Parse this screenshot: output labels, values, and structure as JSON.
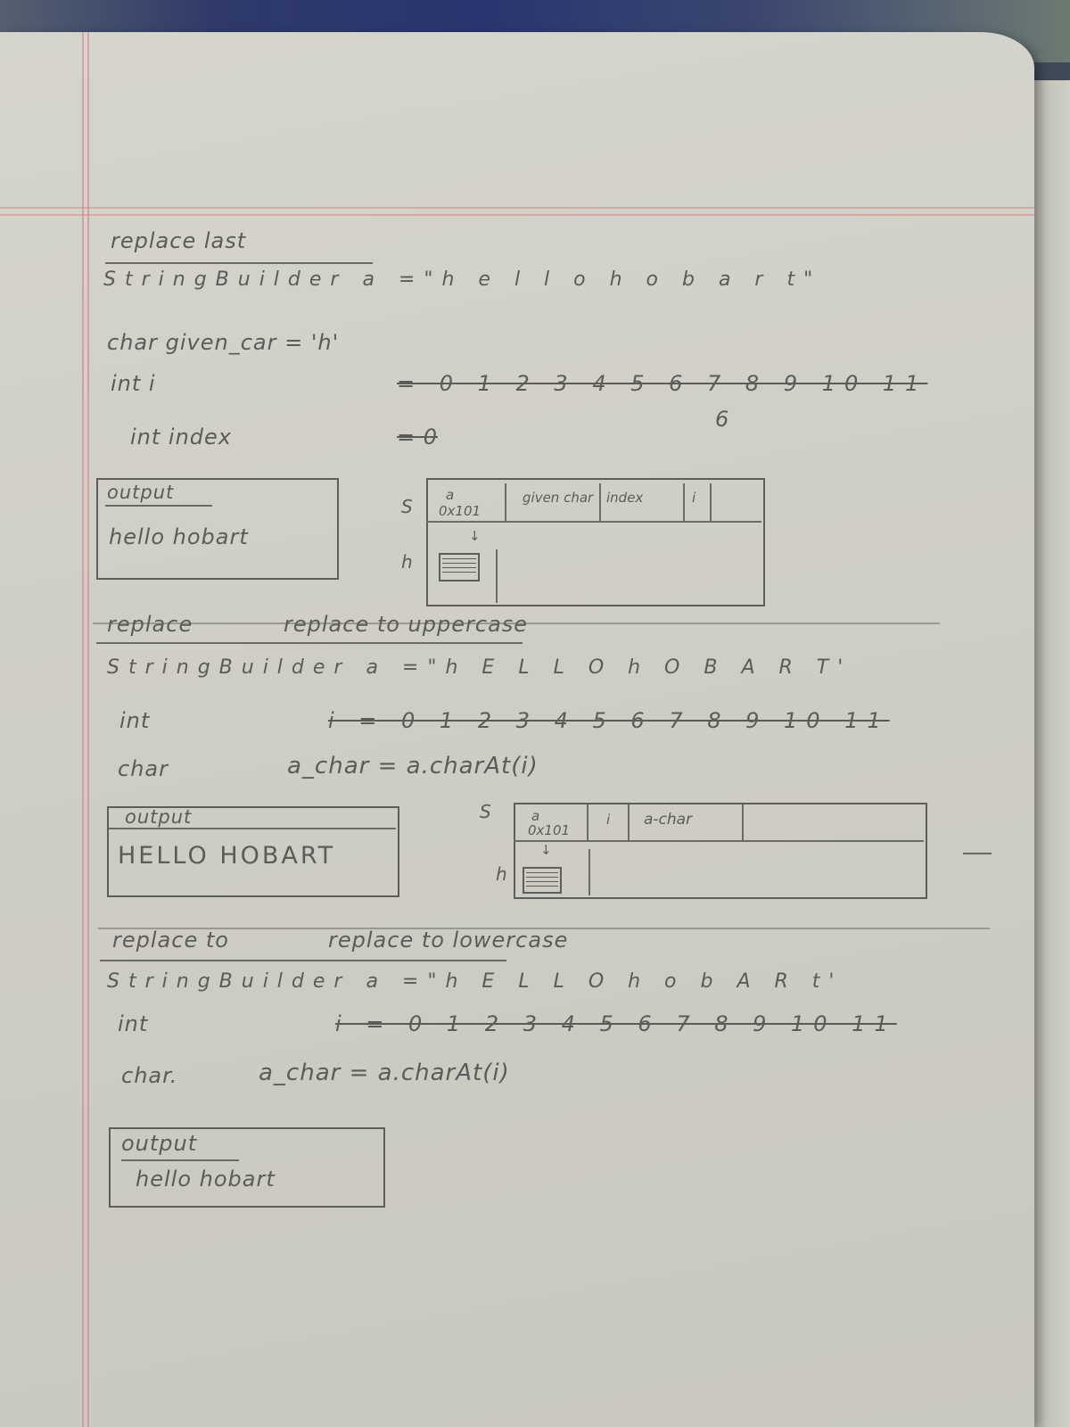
{
  "section1": {
    "heading": "replace last",
    "line_stringbuilder": "StringBuilder a =\"h e l l o   h o b a r t\"",
    "line_char": "char given_car = 'h'",
    "line_int_i": "int   i",
    "i_values": "= 0 1 2 3 4 5 6 7 8 9 10 11",
    "i_note": "6",
    "line_int_index": "int   index",
    "index_value": "= 0",
    "output_label": "output",
    "output_value": "hello hobart",
    "memory": {
      "stack_label": "S",
      "heap_label": "h",
      "cells": [
        "a",
        "0x101",
        "given char",
        "index",
        "i"
      ]
    }
  },
  "section2": {
    "heading": "replace to uppercase",
    "line_stringbuilder": "StringBuilder a =\"h E L L O   h O B A R T'",
    "line_int": "int",
    "i_values": "i = 0 1 2 3 4 5 6 7 8 9 10 11",
    "line_char": "char",
    "char_expr": "a_char = a.charAt(i)",
    "output_label": "output",
    "output_value": "HELLO HOBART",
    "memory": {
      "stack_label": "S",
      "heap_label": "h",
      "cells": [
        "a",
        "0x101",
        "i",
        "a-char"
      ]
    }
  },
  "section3": {
    "heading": "replace to lowercase",
    "line_stringbuilder": "StringBuilder a =\"h E L L O  h o b A R t'",
    "line_int": "int",
    "i_values": "i = 0 1 2 3 4 5 6 7 8 9 10 11",
    "line_char": "char.",
    "char_expr": "a_char = a.charAt(i)",
    "output_label": "output",
    "output_value": "hello  hobart"
  }
}
